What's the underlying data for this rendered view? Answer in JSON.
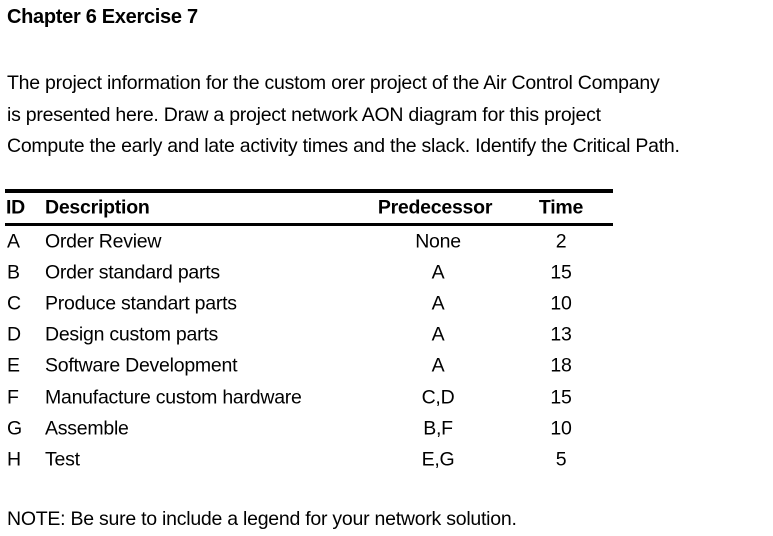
{
  "title": "Chapter 6 Exercise 7",
  "intro": {
    "lines": [
      "The project information for the custom orer project of the Air Control Company",
      "is presented here.  Draw a project network AON diagram for this project",
      "Compute the early and late activity times and the slack.  Identify the Critical Path."
    ]
  },
  "table": {
    "headers": {
      "id": "ID",
      "description": "Description",
      "predecessor": "Predecessor",
      "time": "Time"
    },
    "rows": [
      {
        "id": "A",
        "description": "Order Review",
        "predecessor": "None",
        "time": "2"
      },
      {
        "id": "B",
        "description": "Order standard parts",
        "predecessor": "A",
        "time": "15"
      },
      {
        "id": "C",
        "description": "Produce standart parts",
        "predecessor": "A",
        "time": "10"
      },
      {
        "id": "D",
        "description": "Design custom parts",
        "predecessor": "A",
        "time": "13"
      },
      {
        "id": "E",
        "description": "Software Development",
        "predecessor": "A",
        "time": "18"
      },
      {
        "id": "F",
        "description": "Manufacture custom hardware",
        "predecessor": "C,D",
        "time": "15"
      },
      {
        "id": "G",
        "description": "Assemble",
        "predecessor": "B,F",
        "time": "10"
      },
      {
        "id": "H",
        "description": "Test",
        "predecessor": "E,G",
        "time": "5"
      }
    ]
  },
  "note": "NOTE:  Be sure to include a legend for your network solution."
}
